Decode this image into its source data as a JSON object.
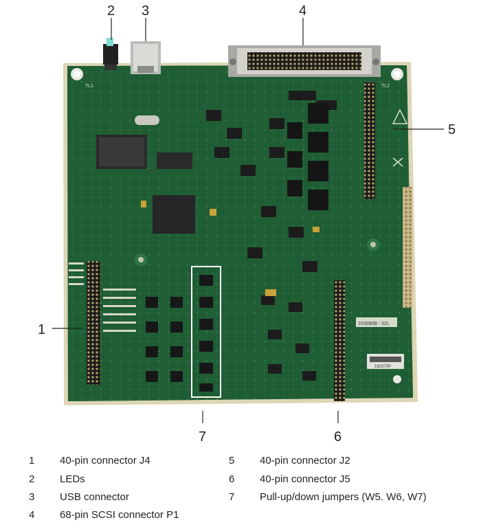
{
  "diagram": {
    "callouts": [
      {
        "number": "1",
        "label": "40-pin connector J4"
      },
      {
        "number": "2",
        "label": "LEDs"
      },
      {
        "number": "3",
        "label": "USB connector"
      },
      {
        "number": "4",
        "label": "68-pin SCSI connector P1"
      },
      {
        "number": "5",
        "label": "40-pin connector J2"
      },
      {
        "number": "6",
        "label": "40-pin connector J5"
      },
      {
        "number": "7",
        "label": "Pull-up/down jumpers (W5. W6, W7)"
      }
    ],
    "board_markings": {
      "tl1": "TL1",
      "tl2": "TL2",
      "sticker_top": "153080B - 02L",
      "sticker_bottom": "182370P"
    }
  }
}
